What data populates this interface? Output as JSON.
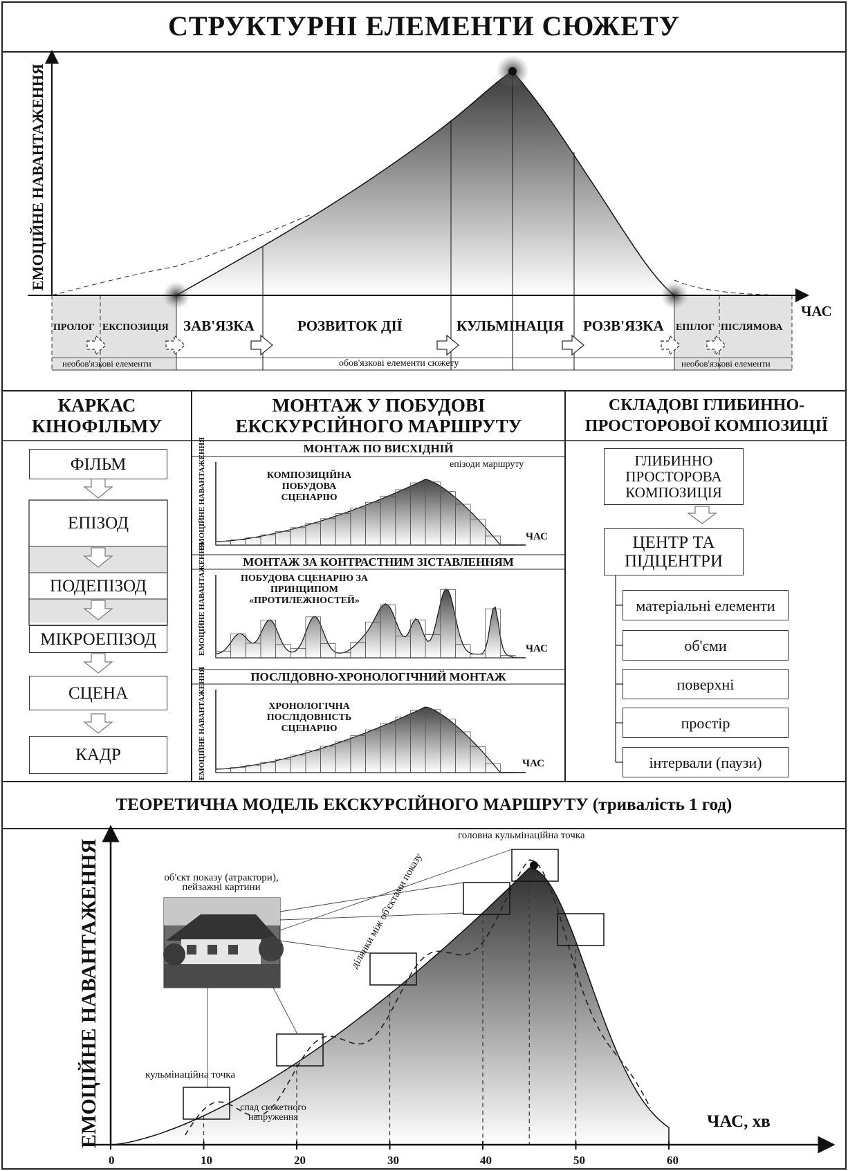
{
  "page": {
    "title": "СТРУКТУРНІ ЕЛЕМЕНТИ СЮЖЕТУ"
  },
  "plot": {
    "ylabel": "ЕМОЦІЙНЕ НАВАНТАЖЕННЯ",
    "xlabel": "ЧАС",
    "segments": [
      {
        "label": "ПРОЛОГ",
        "size": "small"
      },
      {
        "label": "ЕКСПОЗИЦІЯ",
        "size": "small"
      },
      {
        "label": "ЗАВ'ЯЗКА",
        "size": "large"
      },
      {
        "label": "РОЗВИТОК ДІЇ",
        "size": "large"
      },
      {
        "label": "КУЛЬМІНАЦІЯ",
        "size": "large"
      },
      {
        "label": "РОЗВ'ЯЗКА",
        "size": "large"
      },
      {
        "label": "ЕПІЛОГ",
        "size": "small"
      },
      {
        "label": "ПІСЛЯМОВА",
        "size": "small"
      }
    ],
    "optional_left": "необов'язкові елементи",
    "required": "обов'язкові  елементи сюжету",
    "optional_right": "необов'язкові елементи"
  },
  "frame": {
    "title": "КАРКАС КІНОФІЛЬМУ",
    "items": [
      "ФІЛЬМ",
      "ЕПІЗОД",
      "ПОДЕПІЗОД",
      "МІКРОЕПІЗОД",
      "СЦЕНА",
      "КАДР"
    ]
  },
  "montage": {
    "title": "МОНТАЖ У ПОБУДОВІ ЕКСКУРСІЙНОГО МАРШРУТУ",
    "axis_y": "ЕМОЦІЙНЕ НАВАНТАЖЕННЯ",
    "axis_x": "ЧАС",
    "panels": [
      {
        "header": "МОНТАЖ ПО ВИСХІДНІЙ",
        "caption": "КОМПОЗИЦІЙНА ПОБУДОВА СЦЕНАРІЮ",
        "note": "епізоди маршруту"
      },
      {
        "header": "МОНТАЖ ЗА КОНТРАСТНИМ ЗІСТАВЛЕННЯМ",
        "caption": "ПОБУДОВА СЦЕНАРІЮ ЗА ПРИНЦИПОМ «ПРОТИЛЕЖНОСТЕЙ»"
      },
      {
        "header": "ПОСЛІДОВНО-ХРОНОЛОГІЧНИЙ МОНТАЖ",
        "caption": "ХРОНОЛОГІЧНА ПОСЛІДОВНІСТЬ СЦЕНАРІЮ"
      }
    ]
  },
  "depth": {
    "title": "СКЛАДОВІ ГЛИБИННО-ПРОСТОРОВОЇ КОМПОЗИЦІЇ",
    "top": "ГЛИБИННО ПРОСТОРОВА КОМПОЗИЦІЯ",
    "center": "ЦЕНТР ТА ПІДЦЕНТРИ",
    "items": [
      "матеріальні елементи",
      "об'єми",
      "поверхні",
      "простір",
      "інтервали (паузи)"
    ]
  },
  "model": {
    "title": "ТЕОРЕТИЧНА МОДЕЛЬ ЕКСКУРСІЙНОГО МАРШРУТУ (тривалість 1 год)",
    "ylabel": "ЕМОЦІЙНЕ НАВАНТАЖЕННЯ",
    "xlabel": "ЧАС, хв",
    "ticks": [
      "0",
      "10",
      "20",
      "30",
      "40",
      "50",
      "60"
    ],
    "annotations": {
      "main_peak": "головна кульмінаційна точка",
      "objects": "об'єкт показу (атрактори), пейзажні картини",
      "between": "ділянки між об'єктами показу",
      "culm_point": "кульмінаційна точка",
      "drop": "спад сюжетного напруження"
    }
  }
}
